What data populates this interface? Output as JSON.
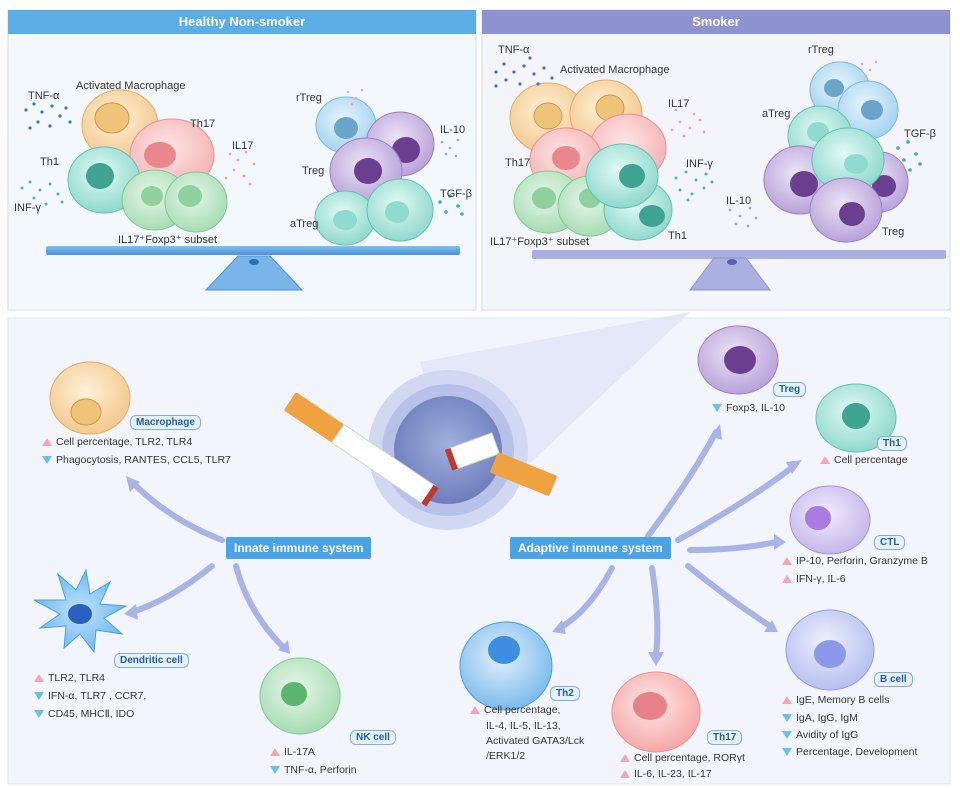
{
  "panels": {
    "left_title": "Healthy Non-smoker",
    "right_title": "Smoker"
  },
  "left_panel": {
    "tnf": "TNF-α",
    "activated_macrophage": "Activated Macrophage",
    "th17": "Th17",
    "il17": "IL17",
    "th1": "Th1",
    "infg": "INF-γ",
    "subset": "IL17⁺Foxp3⁺ subset",
    "rtreg": "rTreg",
    "il10": "IL-10",
    "treg": "Treg",
    "tgfb": "TGF-β",
    "atreg": "aTreg"
  },
  "right_panel": {
    "tnf": "TNF-α",
    "activated_macrophage": "Activated Macrophage",
    "il17": "IL17",
    "th17": "Th17",
    "infg": "INF-γ",
    "subset": "IL17⁺Foxp3⁺ subset",
    "th1": "Th1",
    "il10": "IL-10",
    "rtreg": "rTreg",
    "atreg": "aTreg",
    "tgfb": "TGF-β",
    "treg": "Treg"
  },
  "innate": {
    "label": "Innate immune system",
    "macrophage": {
      "tag": "Macrophage",
      "up": "Cell percentage, TLR2, TLR4",
      "down": "Phagocytosis, RANTES, CCL5, TLR7"
    },
    "dendritic": {
      "tag": "Dendritic cell",
      "up": "TLR2, TLR4",
      "down1": "IFN-α, TLR7 , CCR7,",
      "down2": "CD45, MHCⅡ, IDO"
    },
    "nk": {
      "tag": "NK cell",
      "up": "IL-17A",
      "down": "TNF-α, Perforin"
    }
  },
  "adaptive": {
    "label": "Adaptive immune system",
    "treg": {
      "tag": "Treg",
      "down": "Foxp3, IL-10"
    },
    "th1": {
      "tag": "Th1",
      "up": "Cell percentage"
    },
    "ctl": {
      "tag": "CTL",
      "up1": "IP-10, Perforin, Granzyme B",
      "up2": "IFN-γ, IL-6"
    },
    "bcell": {
      "tag": "B cell",
      "up": "IgE, Memory B cells",
      "down1": "IgA, IgG, IgM",
      "down2": "Avidity of IgG",
      "down3": "Percentage, Development"
    },
    "th17": {
      "tag": "Th17",
      "up1": "Cell percentage, RORγt",
      "up2": "IL-6, IL-23, IL-17"
    },
    "th2": {
      "tag": "Th2",
      "up": "Cell percentage,",
      "l2": "IL-4, IL-5, IL-13,",
      "l3": "Activated GATA3/Lck",
      "l4": "/ERK1/2"
    }
  },
  "colors": {
    "title_bar_left": "#5aaee6",
    "title_bar_right": "#8e93cf",
    "system_box": "#4aa3e6",
    "arrow": "#a9b3e6",
    "up_arrow": "#f3a6b3",
    "down_arrow": "#6cc0e8"
  }
}
